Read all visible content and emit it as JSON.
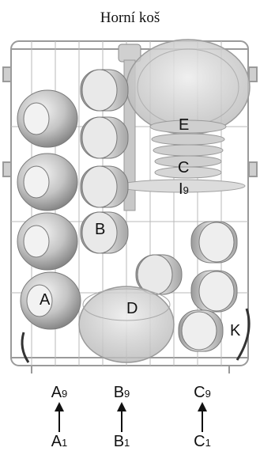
{
  "title": "Horní koš",
  "labels": {
    "A": "A",
    "B": "B",
    "C": "C",
    "D": "D",
    "E": "E",
    "I": "I",
    "I_sub": "9",
    "K": "K"
  },
  "legend": [
    {
      "top": "A",
      "top_sub": "9",
      "bottom": "A",
      "bottom_sub": "1"
    },
    {
      "top": "B",
      "top_sub": "9",
      "bottom": "B",
      "bottom_sub": "1"
    },
    {
      "top": "C",
      "top_sub": "9",
      "bottom": "C",
      "bottom_sub": "1"
    }
  ],
  "colors": {
    "rack_wire": "#9a9a9a",
    "item_fill": "#c9c9c9",
    "item_shade": "#8f8f8f",
    "text": "#111111"
  }
}
